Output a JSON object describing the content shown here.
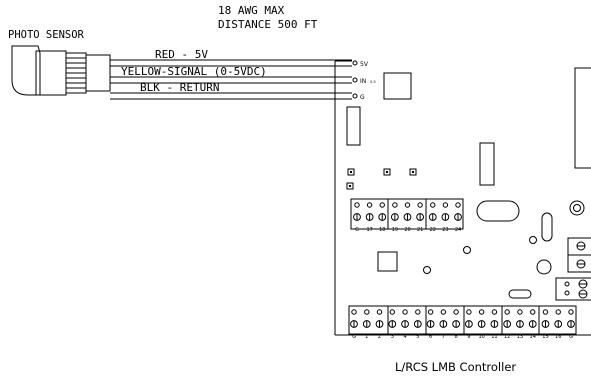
{
  "header": {
    "line1": "18 AWG MAX",
    "line2": "DISTANCE 500 FT"
  },
  "sensor": {
    "label": "PHOTO SENSOR"
  },
  "wires": [
    {
      "label": "RED - 5V"
    },
    {
      "label": "YELLOW-SIGNAL (0-5VDC)"
    },
    {
      "label": "BLK - RETURN"
    }
  ],
  "pins": {
    "p5v": "5V",
    "in": "IN",
    "g": "G",
    "tiny": "0-5"
  },
  "terminal_rows": {
    "row1": [
      "G",
      "17",
      "18",
      "19",
      "20",
      "21",
      "22",
      "23",
      "24"
    ],
    "row2": [
      "G",
      "1",
      "2",
      "3",
      "4",
      "5",
      "6",
      "7",
      "8",
      "9",
      "10",
      "11",
      "12",
      "13",
      "14",
      "15",
      "16",
      "G"
    ]
  },
  "caption": "L/RCS LMB Controller",
  "colors": {
    "line": "#000000",
    "background": "#ffffff"
  }
}
